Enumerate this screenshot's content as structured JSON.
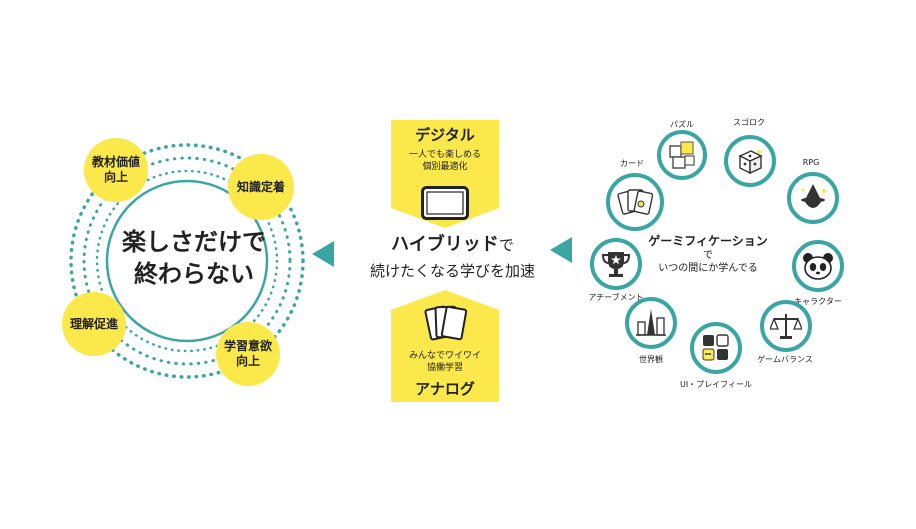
{
  "left": {
    "center_text": "楽しさだけで\n終わらない",
    "bubbles": [
      {
        "label": "教材価値\n向上"
      },
      {
        "label": "知識定着"
      },
      {
        "label": "理解促進"
      },
      {
        "label": "学習意欲\n向上"
      }
    ]
  },
  "middle": {
    "digital": {
      "title": "デジタル",
      "sub": "一人でも楽しめる\n個別最適化"
    },
    "hybrid": {
      "main": "ハイブリッド",
      "particle": "で",
      "sub": "続けたくなる学びを加速"
    },
    "analog": {
      "sub": "みんなでワイワイ\n協働学習",
      "title": "アナログ"
    }
  },
  "right": {
    "center_title": "ゲーミフィケーション",
    "center_sub": "で\nいつの間にか学んでる",
    "items": [
      {
        "label": "パズル",
        "icon": "puzzle-icon"
      },
      {
        "label": "スゴロク",
        "icon": "dice-icon"
      },
      {
        "label": "RPG",
        "icon": "wizard-icon"
      },
      {
        "label": "キャラクター",
        "icon": "panda-icon"
      },
      {
        "label": "ゲームバランス",
        "icon": "scale-icon"
      },
      {
        "label": "UI・プレイフィール",
        "icon": "ui-icon"
      },
      {
        "label": "世界観",
        "icon": "city-icon"
      },
      {
        "label": "アチーブメント",
        "icon": "trophy-icon"
      },
      {
        "label": "カード",
        "icon": "cards-icon"
      }
    ]
  },
  "colors": {
    "yellow": "#fbe84a",
    "teal": "#3aa6a3",
    "text": "#222222"
  }
}
